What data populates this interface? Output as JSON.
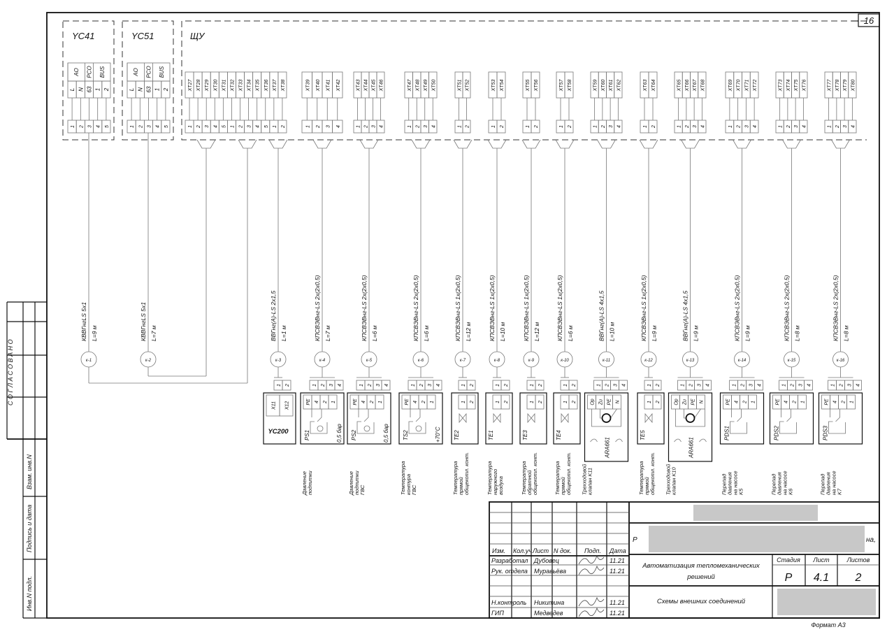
{
  "sheet_number": "16",
  "format_label": "Формат А3",
  "groups": [
    {
      "name": "YC41",
      "header": [
        "AO",
        "PCO",
        "BUS"
      ],
      "terminals": [
        "L",
        "N",
        "63",
        "1",
        "2"
      ],
      "wires": [
        "1",
        "2",
        "3",
        "4",
        "5"
      ]
    },
    {
      "name": "YC51",
      "header": [
        "AO",
        "PCO",
        "BUS"
      ],
      "terminals": [
        "L",
        "N",
        "63",
        "1",
        "2"
      ],
      "wires": [
        "1",
        "2",
        "3",
        "4",
        "5"
      ]
    },
    {
      "name": "ЩУ"
    }
  ],
  "panel_blocks": [
    {
      "terminals": [
        "XT27",
        "XT28",
        "XT29",
        "XT30",
        "XT31",
        "XT32",
        "XT33",
        "XT34",
        "XT35",
        "XT36",
        "XT37",
        "XT38"
      ],
      "wires": [
        "1",
        "2",
        "3",
        "4",
        "5",
        "1",
        "2",
        "3",
        "4",
        "5",
        "1",
        "2"
      ]
    },
    {
      "terminals": [
        "XT39",
        "XT40",
        "XT41",
        "XT42"
      ],
      "wires": [
        "1",
        "2",
        "3",
        "4"
      ]
    },
    {
      "terminals": [
        "XT43",
        "XT44",
        "XT45",
        "XT46"
      ],
      "wires": [
        "1",
        "2",
        "3",
        "4"
      ]
    },
    {
      "terminals": [
        "XT47",
        "XT48",
        "XT49",
        "XT50"
      ],
      "wires": [
        "1",
        "2",
        "3",
        "4"
      ]
    },
    {
      "terminals": [
        "XT51",
        "XT52"
      ],
      "wires": [
        "1",
        "2"
      ]
    },
    {
      "terminals": [
        "XT53",
        "XT54"
      ],
      "wires": [
        "1",
        "2"
      ]
    },
    {
      "terminals": [
        "XT55",
        "XT56"
      ],
      "wires": [
        "1",
        "2"
      ]
    },
    {
      "terminals": [
        "XT57",
        "XT58"
      ],
      "wires": [
        "1",
        "2"
      ]
    },
    {
      "terminals": [
        "XT59",
        "XT60",
        "XT61",
        "XT62"
      ],
      "wires": [
        "1",
        "2",
        "3",
        "4"
      ]
    },
    {
      "terminals": [
        "XT63",
        "XT64"
      ],
      "wires": [
        "1",
        "2"
      ]
    },
    {
      "terminals": [
        "XT65",
        "XT66",
        "XT67",
        "XT68"
      ],
      "wires": [
        "1",
        "2",
        "3",
        "4"
      ]
    },
    {
      "terminals": [
        "XT69",
        "XT70",
        "XT71",
        "XT72"
      ],
      "wires": [
        "1",
        "2",
        "3",
        "4"
      ]
    },
    {
      "terminals": [
        "XT73",
        "XT74",
        "XT75",
        "XT76"
      ],
      "wires": [
        "1",
        "2",
        "3",
        "4"
      ]
    },
    {
      "terminals": [
        "XT77",
        "XT78",
        "XT79",
        "XT80"
      ],
      "wires": [
        "1",
        "2",
        "3",
        "4"
      ]
    }
  ],
  "cables": [
    {
      "id": "к-1",
      "type": "КВВГнгLS 5х1",
      "length": "L=9 м"
    },
    {
      "id": "к-2",
      "type": "КВВГнгLS 5х1",
      "length": "L=7 м"
    },
    {
      "id": "к-3",
      "type": "ВВГнг(А)-LS 2х1,5",
      "length": "L=1 м"
    },
    {
      "id": "к-4",
      "type": "КПСВЭВнг-LS 2х(2х0,5)",
      "length": "L=7 м"
    },
    {
      "id": "к-5",
      "type": "КПСВЭВнг-LS 2х(2х0,5)",
      "length": "L=6 м"
    },
    {
      "id": "к-6",
      "type": "КПСВЭВнг-LS 2х(2х0,5)",
      "length": "L=6 м"
    },
    {
      "id": "к-7",
      "type": "КПСВЭВнг-LS 1х(2х0,5)",
      "length": "L=12 м"
    },
    {
      "id": "к-8",
      "type": "КПСВЭВнг-LS 1х(2х0,5)",
      "length": "L=10 м"
    },
    {
      "id": "к-9",
      "type": "КПСВЭВнг-LS 1х(2х0,5)",
      "length": "L=12 м"
    },
    {
      "id": "к-10",
      "type": "КПСВЭВнг-LS 1х(2х0,5)",
      "length": "L=6 м"
    },
    {
      "id": "к-11",
      "type": "ВВГнг(А)-LS 4х1,5",
      "length": "L=10 м"
    },
    {
      "id": "к-12",
      "type": "КПСВЭВнг-LS 1х(2х0,5)",
      "length": "L=9 м"
    },
    {
      "id": "к-13",
      "type": "ВВГнг(А)-LS 4х1,5",
      "length": "L=9 м"
    },
    {
      "id": "к-14",
      "type": "КПСВЭВнг-LS 2х(2х0,5)",
      "length": "L=9 м"
    },
    {
      "id": "к-15",
      "type": "КПСВЭВнг-LS 2х(2х0,5)",
      "length": "L=8 м"
    },
    {
      "id": "к-16",
      "type": "КПСВЭВнг-LS 2х(2х0,5)",
      "length": "L=8 м"
    }
  ],
  "devices": [
    {
      "tag": "YC200",
      "kind": "controller",
      "wires": [
        "1",
        "2"
      ],
      "terminals": [
        "X11",
        "X12"
      ],
      "note": "",
      "caption": []
    },
    {
      "tag": "PS1",
      "kind": "pressure",
      "wires": [
        "1",
        "2",
        "3",
        "4"
      ],
      "terminals": [
        "PE",
        "4",
        "2",
        "1"
      ],
      "note": "0,5 бар",
      "caption": [
        "Давление",
        "подпитки"
      ]
    },
    {
      "tag": "PS2",
      "kind": "pressure",
      "wires": [
        "1",
        "2",
        "3",
        "4"
      ],
      "terminals": [
        "PE",
        "4",
        "2",
        "1"
      ],
      "note": "0,5 бар",
      "caption": [
        "Давление",
        "подпитки",
        "ГВС"
      ]
    },
    {
      "tag": "TS2",
      "kind": "pressure",
      "wires": [
        "1",
        "2",
        "3",
        "4"
      ],
      "terminals": [
        "PE",
        "4",
        "2",
        "1"
      ],
      "note": "+70°С",
      "caption": [
        "Температура",
        "контура",
        "ГВС"
      ]
    },
    {
      "tag": "TE2",
      "kind": "sensor",
      "wires": [
        "1",
        "2"
      ],
      "terminals": [
        "1",
        "2"
      ],
      "note": "",
      "caption": [
        "Температура",
        "прямой",
        "общекотл. конт."
      ]
    },
    {
      "tag": "TE1",
      "kind": "sensor",
      "wires": [
        "1",
        "2"
      ],
      "terminals": [
        "1",
        "2"
      ],
      "note": "",
      "caption": [
        "Температура",
        "наружного",
        "воздуха"
      ]
    },
    {
      "tag": "TE3",
      "kind": "sensor",
      "wires": [
        "1",
        "2"
      ],
      "terminals": [
        "1",
        "2"
      ],
      "note": "",
      "caption": [
        "Температура",
        "обратной",
        "общекотл. конт."
      ]
    },
    {
      "tag": "TE4",
      "kind": "sensor",
      "wires": [
        "1",
        "2"
      ],
      "terminals": [
        "1",
        "2"
      ],
      "note": "",
      "caption": [
        "Температура",
        "прямой",
        "общекотл. конт."
      ]
    },
    {
      "tag": "ARA661",
      "kind": "valve",
      "wires": [
        "1",
        "2",
        "3",
        "4"
      ],
      "terminals": [
        "Op",
        "Zu",
        "PE",
        "N"
      ],
      "note": "",
      "caption": [
        "Трехходовой",
        "клапан K11"
      ]
    },
    {
      "tag": "TE5",
      "kind": "sensor",
      "wires": [
        "1",
        "2"
      ],
      "terminals": [
        "1",
        "2"
      ],
      "note": "",
      "caption": [
        "Температура",
        "прямой",
        "общекотл. конт."
      ]
    },
    {
      "tag": "ARA661",
      "kind": "valve",
      "wires": [
        "1",
        "2",
        "3",
        "4"
      ],
      "terminals": [
        "Op",
        "Zu",
        "PE",
        "N"
      ],
      "note": "",
      "caption": [
        "Трехходовой",
        "клапан K10"
      ]
    },
    {
      "tag": "PDS1",
      "kind": "diff",
      "wires": [
        "1",
        "2",
        "3",
        "4"
      ],
      "terminals": [
        "PE",
        "4",
        "2",
        "1"
      ],
      "note": "",
      "caption": [
        "Перепад",
        "давления",
        "на насосе",
        "K5"
      ]
    },
    {
      "tag": "PDS2",
      "kind": "diff",
      "wires": [
        "1",
        "2",
        "3",
        "4"
      ],
      "terminals": [
        "PE",
        "4",
        "2",
        "1"
      ],
      "note": "",
      "caption": [
        "Перепад",
        "давления",
        "на насосе",
        "K6"
      ]
    },
    {
      "tag": "PDS3",
      "kind": "diff",
      "wires": [
        "1",
        "2",
        "3",
        "4"
      ],
      "terminals": [
        "PE",
        "4",
        "2",
        "1"
      ],
      "note": "",
      "caption": [
        "Перепад",
        "давления",
        "на насосе",
        "K7"
      ]
    }
  ],
  "title_block": {
    "headers": [
      "Изм.",
      "Кол.уч",
      "Лист",
      "N док.",
      "Подп.",
      "Дата"
    ],
    "people": [
      {
        "role": "Разработал",
        "name": "Дубовец",
        "date": "11.21"
      },
      {
        "role": "Рук. отдела",
        "name": "Муравьёва",
        "date": "11.21"
      },
      {
        "role": "Н.контроль",
        "name": "Никитина",
        "date": "11.21"
      },
      {
        "role": "ГИП",
        "name": "Медведев",
        "date": "11.21"
      }
    ],
    "project_prefix": "Р",
    "project_suffix": "на,",
    "section_title": [
      "Автоматизация тепломеханических",
      "решений"
    ],
    "sheet_title": "Схемы внешних соединений",
    "stage_label": "Стадия",
    "sheet_label": "Лист",
    "sheets_label": "Листов",
    "stage": "Р",
    "sheet": "4.1",
    "sheets": "2"
  },
  "side_stamp": {
    "agreed": "С О Г Л А С О В А Н О",
    "fields": [
      "Взам. инв.N",
      "Подпись и дата",
      "Инв.N подл."
    ]
  }
}
